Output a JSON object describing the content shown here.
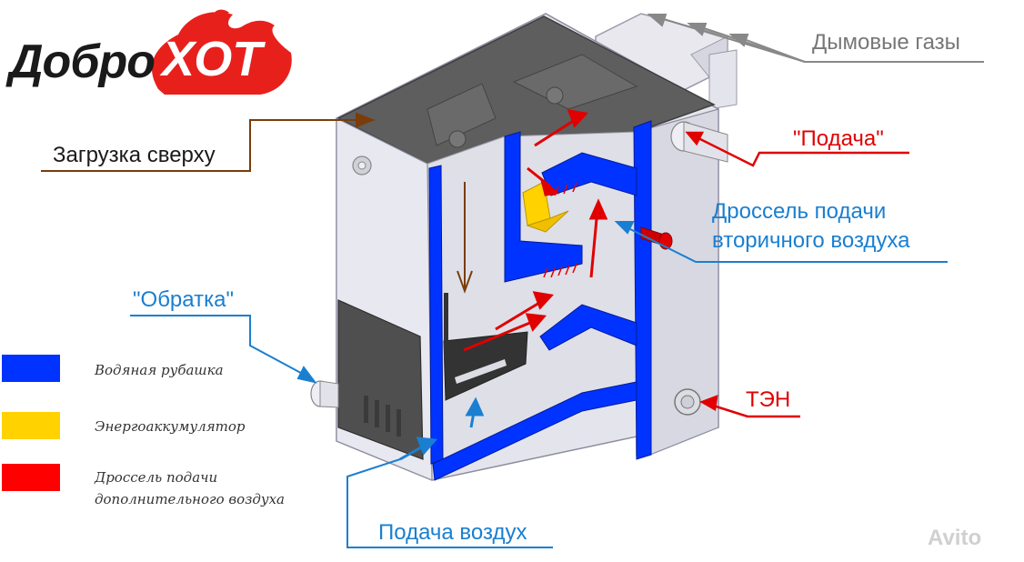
{
  "brand": {
    "logo_part1": "Добро",
    "logo_part2": "ХОТ",
    "logo_colors": {
      "flame": "#e8201c",
      "text_dark": "#1a1a1a",
      "text_light": "#ffffff"
    }
  },
  "callouts": {
    "top_loading": "Загрузка сверху",
    "flue_gases": "Дымовые газы",
    "supply": "\"Подача\"",
    "secondary_air_line1": "Дроссель подачи",
    "secondary_air_line2": "вторичного воздуха",
    "return": "\"Обратка\"",
    "heating_element": "ТЭН",
    "air_supply": "Подача воздух"
  },
  "legend": [
    {
      "label": "Водяная рубашка",
      "color": "#0033ff"
    },
    {
      "label": "Энергоаккумулятор",
      "color": "#ffd200"
    },
    {
      "label": "Дроссель подачи",
      "label2": "дополнительного воздуха",
      "color": "#ff0000"
    }
  ],
  "colors": {
    "water_jacket": "#0033ff",
    "accent_red": "#e00000",
    "callout_brown": "#7a3d0a",
    "callout_blue": "#1a7fd0",
    "callout_gray": "#777777",
    "boiler_body": "#dcdce6",
    "boiler_top": "#5a5a5a"
  },
  "watermark": "Avito"
}
